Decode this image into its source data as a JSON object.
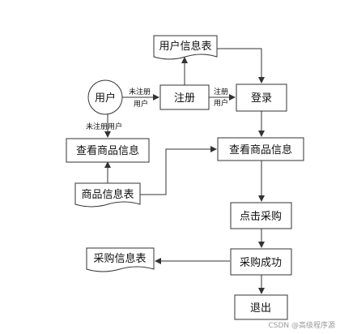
{
  "nodes": {
    "user": "用户",
    "register": "注册",
    "login": "登录",
    "user_table": "用户信息表",
    "view_left": "查看商品信息",
    "view_right": "查看商品信息",
    "product_table": "商品信息表",
    "click_purchase": "点击采购",
    "purchase_success": "采购成功",
    "purchase_table": "采购信息表",
    "logout": "退出"
  },
  "edges": {
    "unregistered_line1": "未注册",
    "unregistered_line2": "用户",
    "registered_line1": "注册",
    "registered_line2": "用户",
    "unregistered_down": "未注册用户"
  },
  "watermark": "CSDN @高级程序源"
}
